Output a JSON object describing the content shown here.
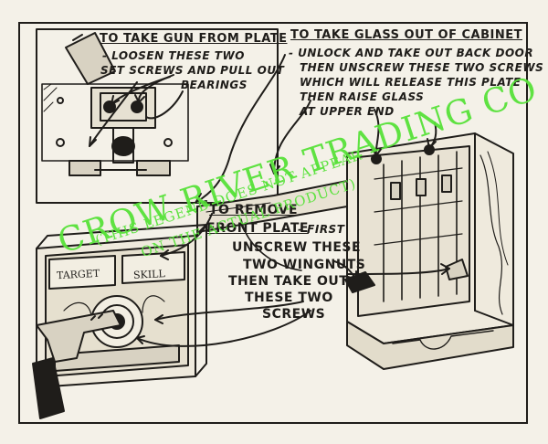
{
  "gun_section": {
    "heading": "TO TAKE GUN FROM PLATE",
    "lines": [
      "- LOOSEN THESE TWO",
      "SET SCREWS AND PULL OUT",
      "BEARINGS"
    ]
  },
  "glass_section": {
    "heading": "TO TAKE GLASS OUT OF CABINET",
    "lines": [
      "- UNLOCK AND TAKE OUT BACK DOOR",
      "THEN UNSCREW THESE TWO SCREWS",
      "WHICH WILL RELEASE THIS PLATE",
      "THEN RAISE GLASS",
      "AT UPPER END"
    ]
  },
  "front_plate_section": {
    "heading_1": "TO REMOVE",
    "heading_2": "FRONT PLATE",
    "heading_suffix": "- FIRST",
    "lines": [
      "UNSCREW THESE",
      "TWO WINGNUTS",
      "THEN TAKE OUT",
      "THESE TWO",
      "SCREWS"
    ]
  },
  "cabinet_panels": {
    "left": "TARGET",
    "right": "SKILL"
  },
  "watermark": {
    "line_1": "CROW RIVER TRADING CO",
    "line_2": "(THIS LEGEND DOES NOT APPEAR",
    "line_3": "ON THE ACTUAL PRODUCT)"
  },
  "colors": {
    "paper": "#f4f1e8",
    "ink": "#1f1d1a",
    "watermark": "#58e23a"
  }
}
